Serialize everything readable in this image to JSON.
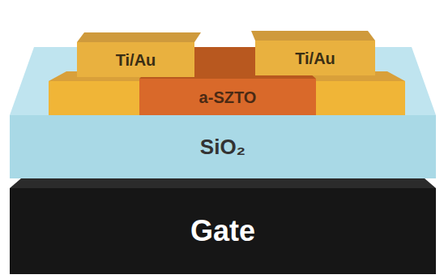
{
  "diagram": {
    "nodes": [
      {
        "text": [
          "Ti/Au"
        ]
      },
      {
        "text": [
          "Ti/Au"
        ]
      },
      {
        "text": [
          "a-SZTO"
        ]
      },
      {
        "text": [
          "SiO₂"
        ]
      },
      {
        "text": [
          "Gate"
        ]
      }
    ]
  }
}
